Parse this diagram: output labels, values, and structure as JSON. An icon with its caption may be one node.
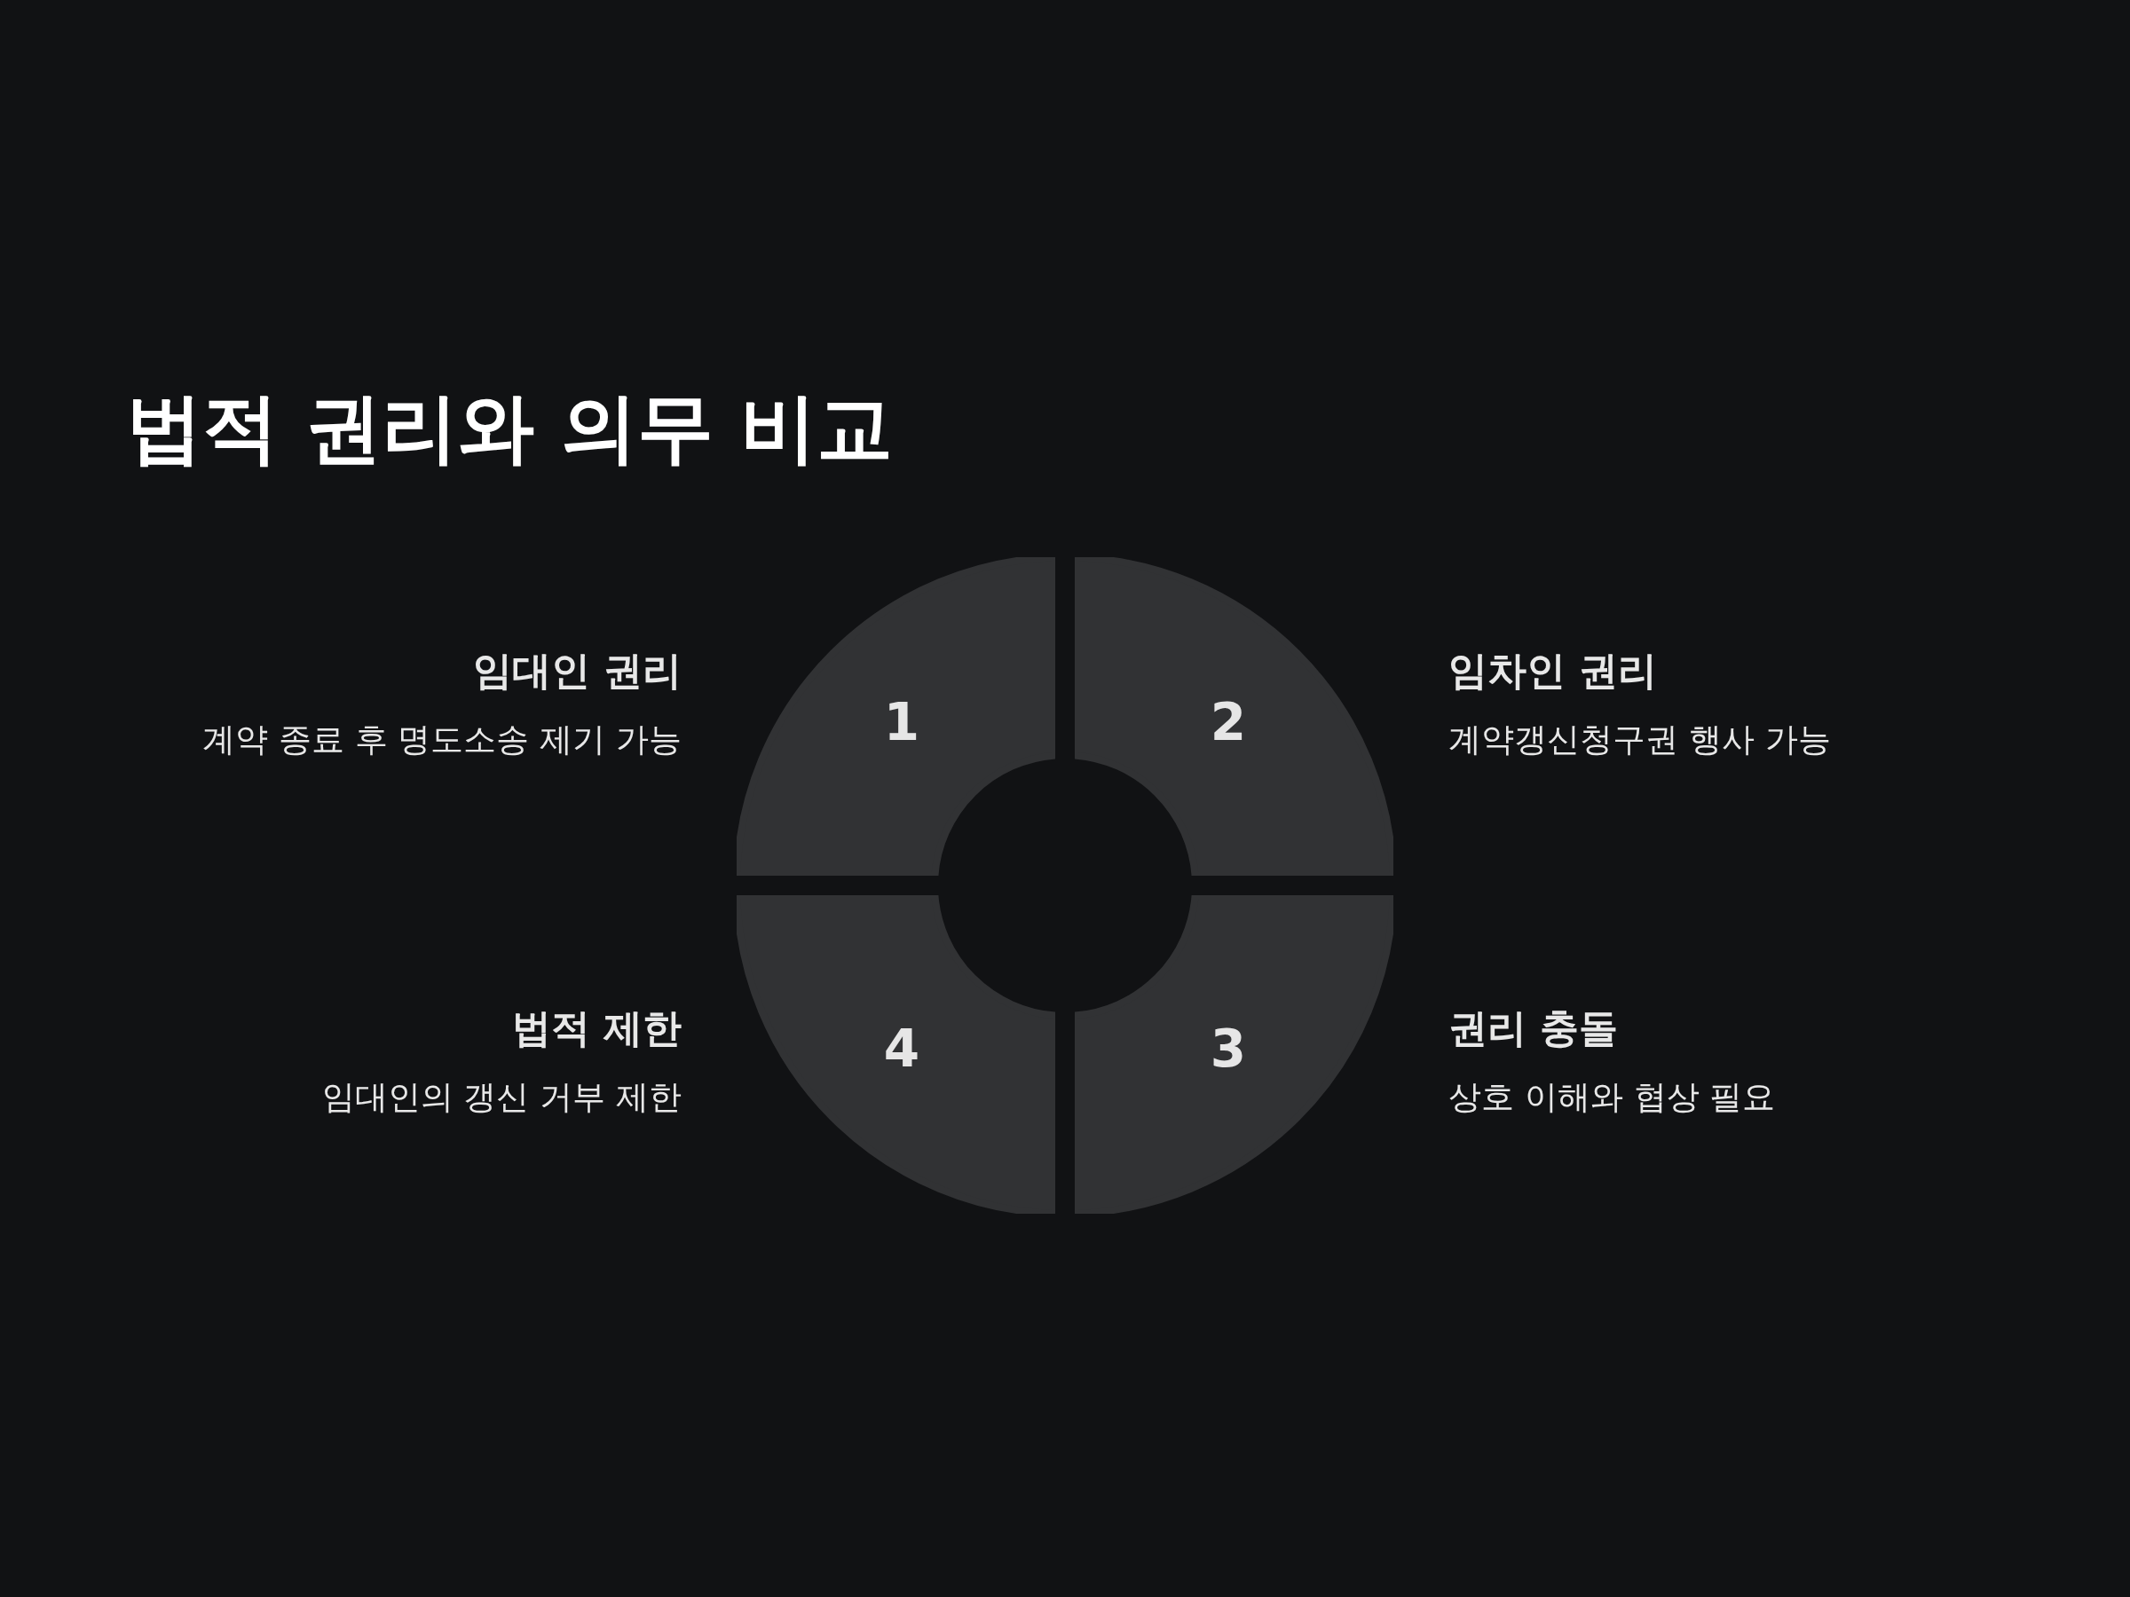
{
  "diagram": {
    "title": "법적 권리와 의무 비교",
    "nodes": [
      {
        "text": [
          "1"
        ],
        "beside": [
          "임대인 권리",
          "계약 종료 후 명도소송 제기 가능"
        ]
      },
      {
        "text": [
          "2"
        ],
        "beside": [
          "임차인 권리",
          "계약갱신청구권 행사 가능"
        ]
      },
      {
        "text": [
          "3"
        ],
        "beside": [
          "권리 충돌",
          "상호 이해와 협상 필요"
        ]
      },
      {
        "text": [
          "4"
        ],
        "beside": [
          "법적 제한",
          "임대인의 갱신 거부 제한"
        ]
      }
    ]
  }
}
